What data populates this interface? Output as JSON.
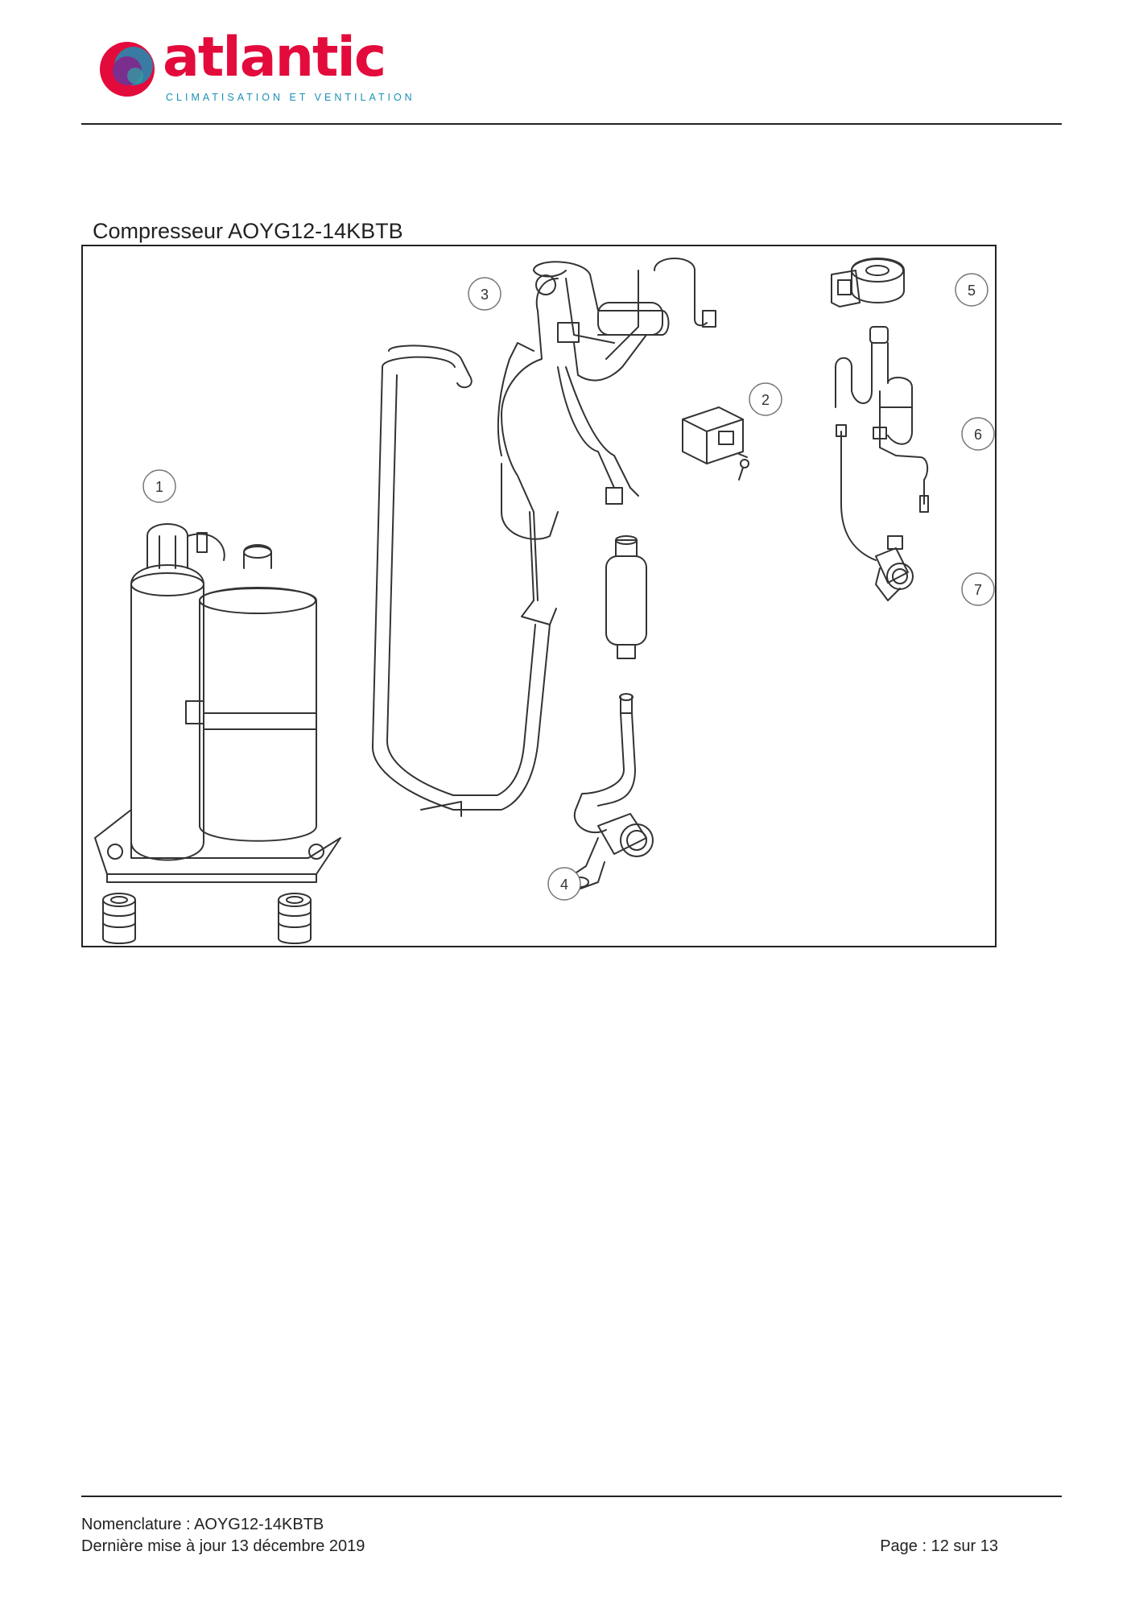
{
  "header": {
    "logo_word": "atlantic",
    "logo_tagline": "CLIMATISATION ET VENTILATION",
    "brand_colors": {
      "primary": "#e30b3b",
      "secondary": "#1b8fb6",
      "accent": "#7a2f8f"
    }
  },
  "section": {
    "title": "Compresseur AOYG12-14KBTB"
  },
  "diagram": {
    "callouts": [
      "1",
      "2",
      "3",
      "4",
      "5",
      "6",
      "7"
    ]
  },
  "footer": {
    "nomenclature": "Nomenclature : AOYG12-14KBTB",
    "last_update": "Dernière mise à jour 13 décembre 2019",
    "page": "Page : 12 sur 13"
  }
}
